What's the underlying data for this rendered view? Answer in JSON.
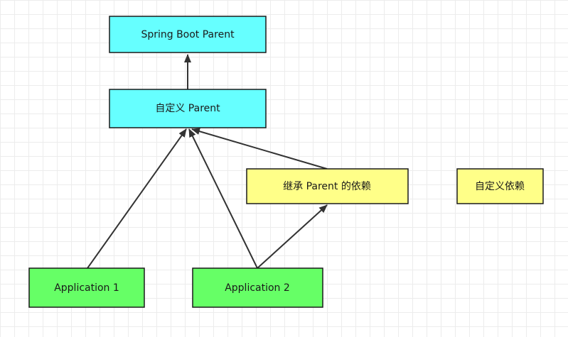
{
  "nodes": {
    "spring_boot_parent": {
      "label": "Spring Boot Parent",
      "color": "#66ffff"
    },
    "custom_parent": {
      "label": "自定义 Parent",
      "color": "#66ffff"
    },
    "inherit_parent_deps": {
      "label": "继承 Parent 的依赖",
      "color": "#ffff88"
    },
    "custom_deps": {
      "label": "自定义依赖",
      "color": "#ffff88"
    },
    "application_1": {
      "label": "Application 1",
      "color": "#66ff66"
    },
    "application_2": {
      "label": "Application 2",
      "color": "#66ff66"
    }
  },
  "edges": [
    {
      "from": "custom_parent",
      "to": "spring_boot_parent"
    },
    {
      "from": "application_1",
      "to": "custom_parent"
    },
    {
      "from": "application_2",
      "to": "custom_parent"
    },
    {
      "from": "inherit_parent_deps",
      "to": "custom_parent"
    },
    {
      "from": "application_2",
      "to": "inherit_parent_deps"
    }
  ],
  "arrow_color": "#333333"
}
